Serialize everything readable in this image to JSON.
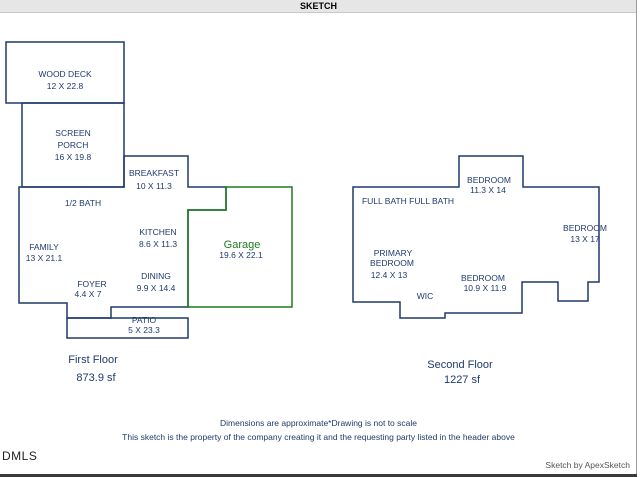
{
  "header": {
    "title": "SKETCH"
  },
  "first_floor": {
    "title": "First Floor",
    "area": "873.9 sf",
    "rooms": {
      "wood_deck": {
        "name": "WOOD DECK",
        "dims": "12 X 22.8"
      },
      "screen_porch": {
        "name_line1": "SCREEN",
        "name_line2": "PORCH",
        "dims": "16 X 19.8"
      },
      "breakfast": {
        "name": "BREAKFAST",
        "dims": "10 X 11.3"
      },
      "half_bath": {
        "name": "1/2 BATH"
      },
      "kitchen": {
        "name": "KITCHEN",
        "dims": "8.6 X 11.3"
      },
      "family": {
        "name": "FAMILY",
        "dims": "13 X 21.1"
      },
      "dining": {
        "name": "DINING",
        "dims": "9.9 X 14.4"
      },
      "foyer": {
        "name": "FOYER",
        "dims": "4.4 X 7"
      },
      "patio": {
        "name": "PATIO",
        "dims": "5 X 23.3"
      },
      "garage": {
        "name": "Garage",
        "dims": "19.6 X 22.1"
      }
    }
  },
  "second_floor": {
    "title": "Second Floor",
    "area": "1227 sf",
    "rooms": {
      "full_baths": {
        "name": "FULL BATH FULL BATH"
      },
      "bedroom_top": {
        "name": "BEDROOM",
        "dims": "11.3 X 14"
      },
      "bedroom_right": {
        "name": "BEDROOM",
        "dims": "13 X 17"
      },
      "primary_bedroom": {
        "name_line1": "PRIMARY",
        "name_line2": "BEDROOM",
        "dims": "12.4 X 13"
      },
      "bedroom_bottom": {
        "name": "BEDROOM",
        "dims": "10.9 X 11.9"
      },
      "wic": {
        "name": "WIC"
      }
    }
  },
  "notes": {
    "disclaimer": "Dimensions are approximate*Drawing is not to scale",
    "property": "This sketch is the property of the company creating it and the requesting party listed in the header above"
  },
  "watermark": "DMLS",
  "credit": "Sketch by ApexSketch",
  "colors": {
    "walls": "#1f3a6b",
    "garage": "#1e7a1e"
  }
}
